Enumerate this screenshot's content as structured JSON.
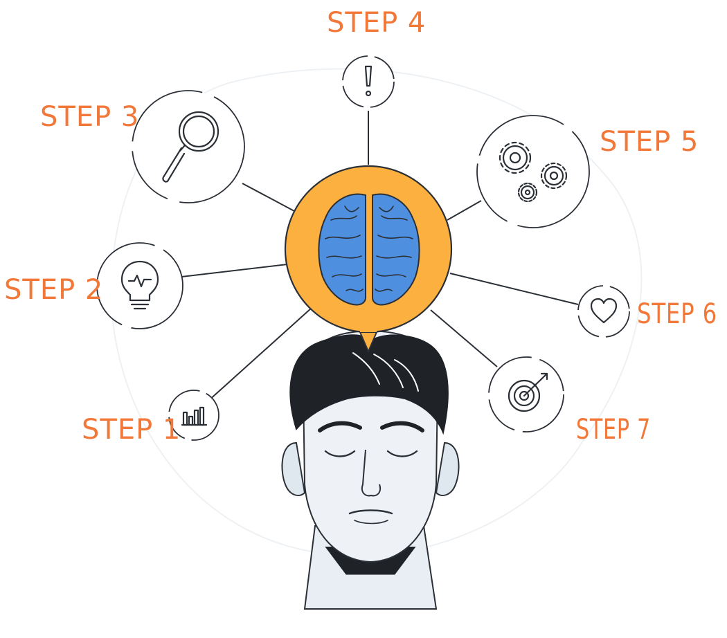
{
  "diagram": {
    "center": {
      "icon": "brain-icon",
      "fill": "#fbb040",
      "brain_color": "#4f8fdf"
    },
    "accent_color": "#f2783a",
    "steps": [
      {
        "label": "STEP 1",
        "icon": "bar-chart-icon"
      },
      {
        "label": "STEP 2",
        "icon": "lightbulb-icon"
      },
      {
        "label": "STEP 3",
        "icon": "magnifier-icon"
      },
      {
        "label": "STEP 4",
        "icon": "exclamation-icon"
      },
      {
        "label": "STEP 5",
        "icon": "gears-icon"
      },
      {
        "label": "STEP 6",
        "icon": "heart-icon"
      },
      {
        "label": "STEP 7",
        "icon": "target-icon"
      }
    ]
  }
}
